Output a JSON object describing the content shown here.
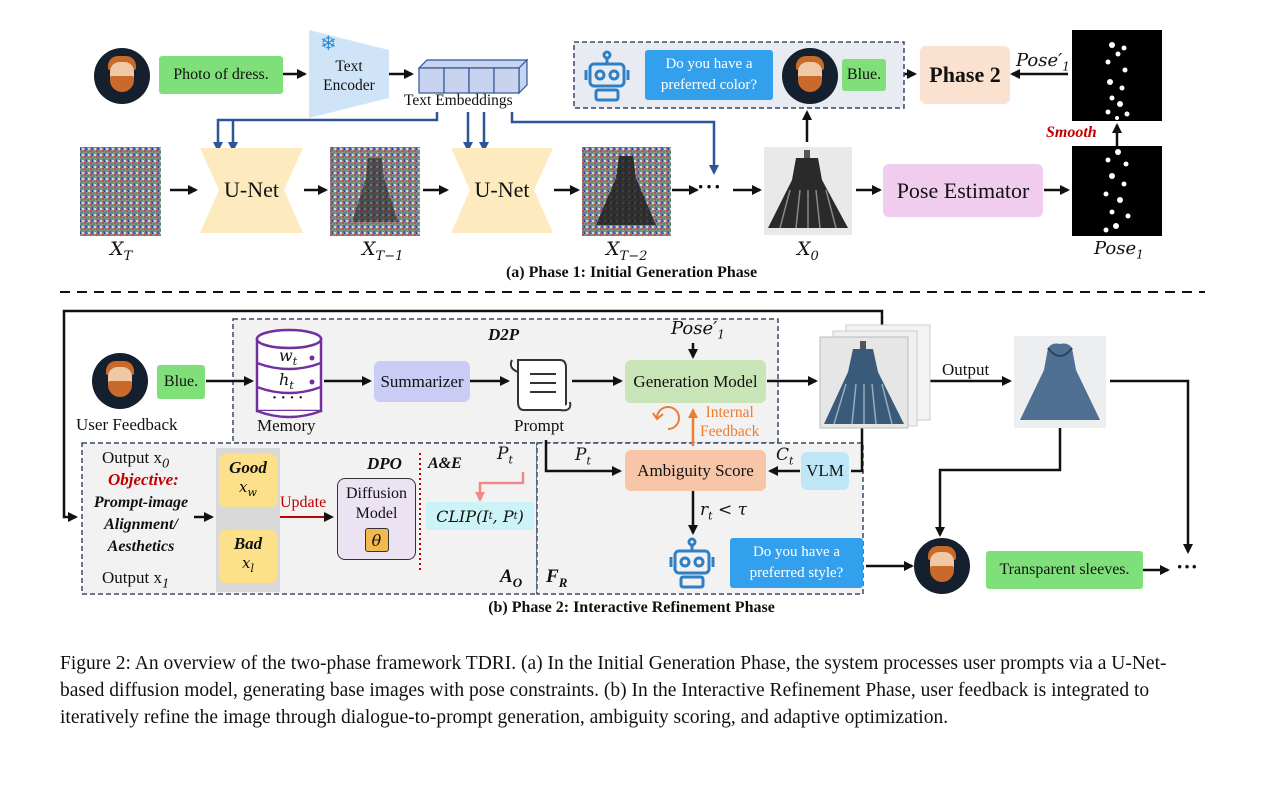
{
  "phase1": {
    "user_prompt": "Photo of dress.",
    "text_encoder": "Text\nEncoder",
    "text_embeddings": "Text Embeddings",
    "unet1": "U-Net",
    "unet2": "U-Net",
    "x_T": "X",
    "x_T_sub": "T",
    "x_T1": "X",
    "x_T1_sub": "T−1",
    "x_T2": "X",
    "x_T2_sub": "T−2",
    "x_0": "X",
    "x_0_sub": "0",
    "dots": "···",
    "robot_question": "Do you have a preferred color?",
    "user_answer": "Blue.",
    "phase2_box": "Phase 2",
    "pose_estimator": "Pose Estimator",
    "pose1_prime": "Pose′",
    "pose1_prime_sub": "1",
    "smooth": "Smooth",
    "pose1": "Pose",
    "pose1_sub": "1",
    "title": "(a) Phase 1: Initial Generation Phase"
  },
  "phase2": {
    "user_feedback_answer": "Blue.",
    "user_feedback_label": "User Feedback",
    "memory_wt": "w",
    "memory_wt_sub": "t",
    "memory_ht": "h",
    "memory_ht_sub": "t",
    "memory_dots": "· · · ·",
    "memory_label": "Memory",
    "summarizer": "Summarizer",
    "d2p": "D2P",
    "prompt_label": "Prompt",
    "pose1_prime": "Pose′",
    "pose1_prime_sub": "1",
    "generation_model": "Generation Model",
    "internal_feedback": "Internal\nFeedback",
    "output_label": "Output",
    "output_x0": "Output x",
    "output_x0_sub": "0",
    "objective": "Objective:",
    "objective_text": "Prompt-image\nAlignment/\nAesthetics",
    "output_x1": "Output x",
    "output_x1_sub": "1",
    "good": "Good",
    "good_x": "x",
    "good_x_sub": "w",
    "bad": "Bad",
    "bad_x": "x",
    "bad_x_sub": "l",
    "update": "Update",
    "dpo": "DPO",
    "diffusion_model": "Diffusion\nModel",
    "theta": "θ",
    "ae": "A&E",
    "pt_label": "P",
    "pt_sub": "t",
    "clip": "CLIP(I",
    "clip_sub": "t",
    "clip_rest": ", P",
    "clip_sub2": "t",
    "clip_end": ")",
    "pt_label2": "P",
    "pt_sub2": "t",
    "ambiguity_score": "Ambiguity Score",
    "ct_label": "C",
    "ct_sub": "t",
    "vlm": "VLM",
    "condition": "r",
    "condition_sub": "t",
    "condition_rest": " < τ",
    "ao": "A",
    "ao_sub": "O",
    "fr": "F",
    "fr_sub": "R",
    "robot_question": "Do you have a preferred style?",
    "user_answer2": "Transparent sleeves.",
    "dots": "···",
    "title": "(b) Phase 2: Interactive Refinement Phase"
  },
  "caption": "Figure 2: An overview of the two-phase framework TDRI. (a) In the Initial Generation Phase, the system processes user prompts via a U-Net-based diffusion model, generating base images with pose constraints. (b) In the Interactive Refinement Phase, user feedback is integrated to iteratively refine the image through dialogue-to-prompt generation, ambiguity scoring, and adaptive optimization.",
  "colors": {
    "arrow": "#111111",
    "blue_arrow": "#2f5597",
    "unet": "#fdebbf",
    "encoder": "#cfe4f7",
    "embedding": "#c7d3ef",
    "phase2_box": "#fbe1cf",
    "pose_estimator": "#f0cdee",
    "summarizer": "#c9cdf5",
    "generation_model": "#c9e5b8",
    "ambiguity_score": "#f7c6a8",
    "vlm": "#bfe6f7",
    "good_bad": "#fde08a",
    "diffusion_model": "#ece3f2",
    "theta": "#f2b94f",
    "clip": "#ccf4f7",
    "panel_gray": "#f2f2f2",
    "red": "#c00000",
    "orange": "#ed7d31",
    "pink_arrow": "#f08a8a"
  }
}
